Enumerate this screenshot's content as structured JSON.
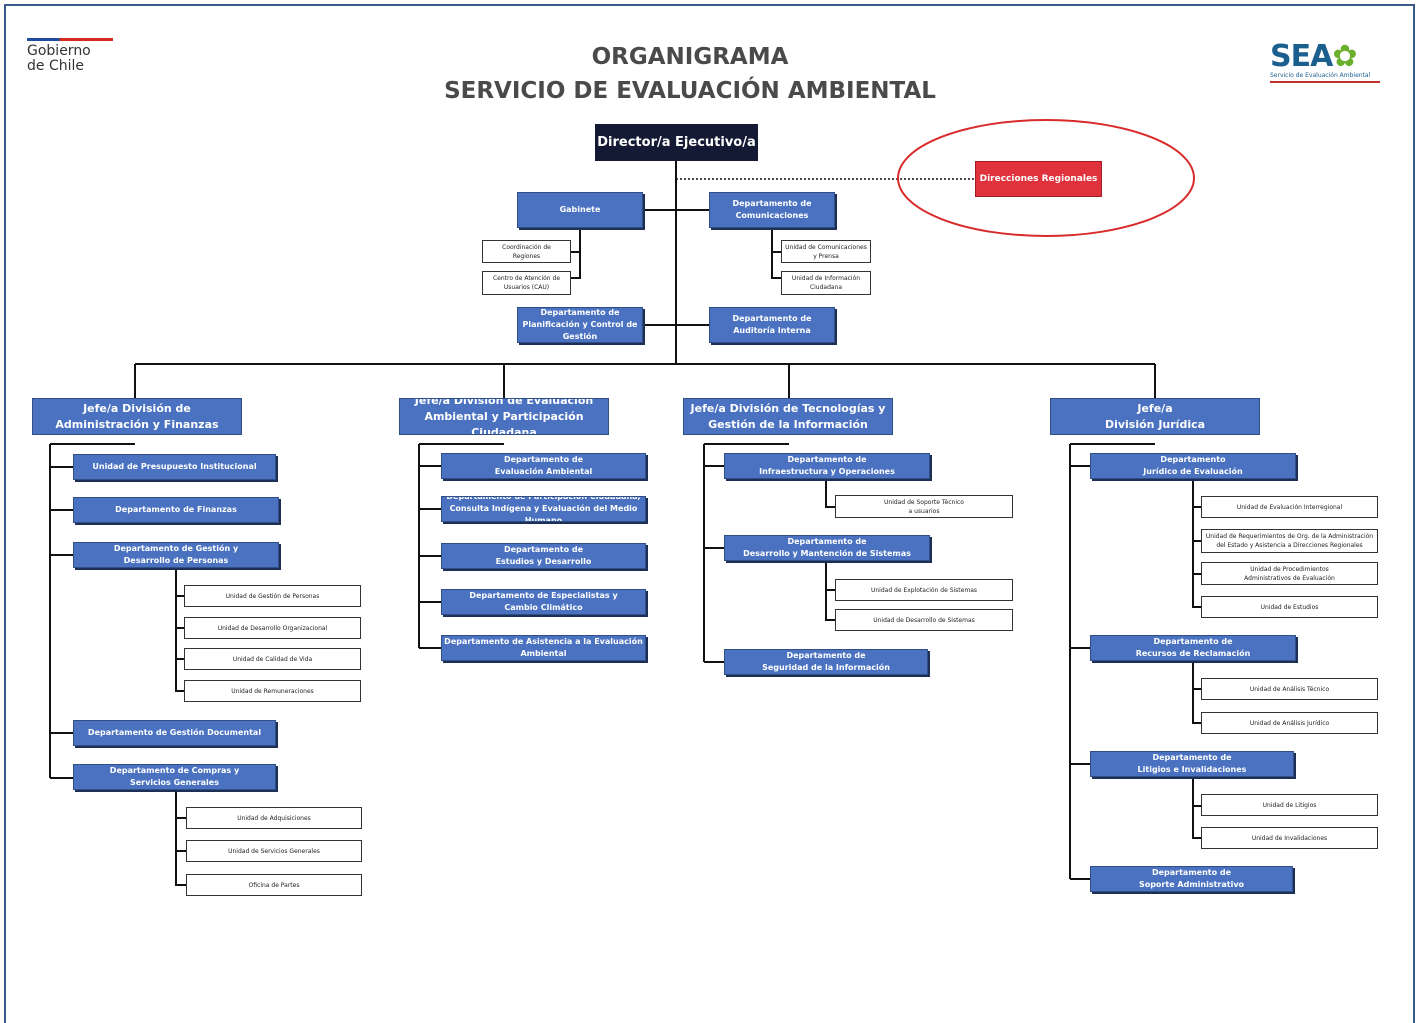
{
  "header": {
    "title_line1": "ORGANIGRAMA",
    "title_line2": "SERVICIO DE EVALUACIÓN AMBIENTAL",
    "gov_logo_text": "Gobierno\nde Chile",
    "sea_logo_mark": "SEA",
    "sea_logo_subtitle": "Servicio de Evaluación Ambiental"
  },
  "colors": {
    "dept_blue": "#4a72c0",
    "director_navy": "#141a33",
    "regional_red": "#e0323c",
    "highlight_ellipse": "#d92b2b"
  },
  "director": "Director/a Ejecutivo/a",
  "regional": "Direcciones Regionales",
  "staff": {
    "gabinete": "Gabinete",
    "coordinacion": "Coordinación de\nRegiones",
    "centro": "Centro de Atención de\nUsuarios (CAU)",
    "comunicaciones": "Departamento de\nComunicaciones",
    "unidad_comunicaciones": "Unidad de Comunicaciones\ny Prensa",
    "unidad_informacion": "Unidad de Información\nCiudadana",
    "planificacion": "Departamento de\nPlanificación y Control de\nGestión",
    "auditoria": "Departamento de\nAuditoría Interna"
  },
  "divisions": {
    "admin": {
      "title": "Jefe/a División de\nAdministración y Finanzas",
      "presupuesto": "Unidad de Presupuesto Institucional",
      "finanzas": "Departamento de Finanzas",
      "personas": "Departamento de Gestión y\nDesarrollo de Personas",
      "u_gestion_personas": "Unidad de Gestión de Personas",
      "u_desarrollo_org": "Unidad de Desarrollo Organizacional",
      "u_calidad_vida": "Unidad de Calidad de Vida",
      "u_remuneraciones": "Unidad de Remuneraciones",
      "documental": "Departamento de Gestión Documental",
      "compras": "Departamento de Compras y\nServicios Generales",
      "u_adquisiciones": "Unidad de Adquisiciones",
      "u_servicios_generales": "Unidad de Servicios Generales",
      "u_oficina_partes": "Oficina de Partes"
    },
    "evaluacion": {
      "title": "Jefe/a División de Evaluación\nAmbiental y Participación Ciudadana",
      "eval_ambiental": "Departamento de\nEvaluación Ambiental",
      "participacion": "Departamento de Participación Ciudadana,\nConsulta Indígena y Evaluación del Medio Humano",
      "estudios": "Departamento de\nEstudios y Desarrollo",
      "especialistas": "Departamento de Especialistas y\nCambio Climático",
      "asistencia": "Departamento de Asistencia a la Evaluación\nAmbiental"
    },
    "tecnologias": {
      "title": "Jefe/a División de Tecnologías y\nGestión de la Información",
      "infraestructura": "Departamento de\nInfraestructura y Operaciones",
      "u_soporte_tecnico": "Unidad de Soporte Técnico\na usuarios",
      "desarrollo_sistemas": "Departamento de\nDesarrollo y Mantención de Sistemas",
      "u_explotacion": "Unidad de Explotación de Sistemas",
      "u_desarrollo_sistemas": "Unidad de Desarrollo de Sistemas",
      "seguridad": "Departamento de\nSeguridad de la Información"
    },
    "juridica": {
      "title": "Jefe/a\nDivisión Jurídica",
      "juridico_eval": "Departamento\nJurídico de Evaluación",
      "u_eval_interregional": "Unidad de Evaluación Interregional",
      "u_requerimientos": "Unidad de Requerimientos de Org. de la Administración\ndel Estado y Asistencia a Direcciones Regionales",
      "u_procedimientos": "Unidad de Procedimientos\nAdministrativos de Evaluación",
      "u_estudios": "Unidad de Estudios",
      "recursos": "Departamento de\nRecursos de Reclamación",
      "u_analisis_tecnico": "Unidad de Análisis Técnico",
      "u_analisis_juridico": "Unidad de Análisis Jurídico",
      "litigios": "Departamento de\nLitigios e Invalidaciones",
      "u_litigios": "Unidad de Litigios",
      "u_invalidaciones": "Unidad de Invalidaciones",
      "soporte_admin": "Departamento de\nSoporte Administrativo"
    }
  }
}
